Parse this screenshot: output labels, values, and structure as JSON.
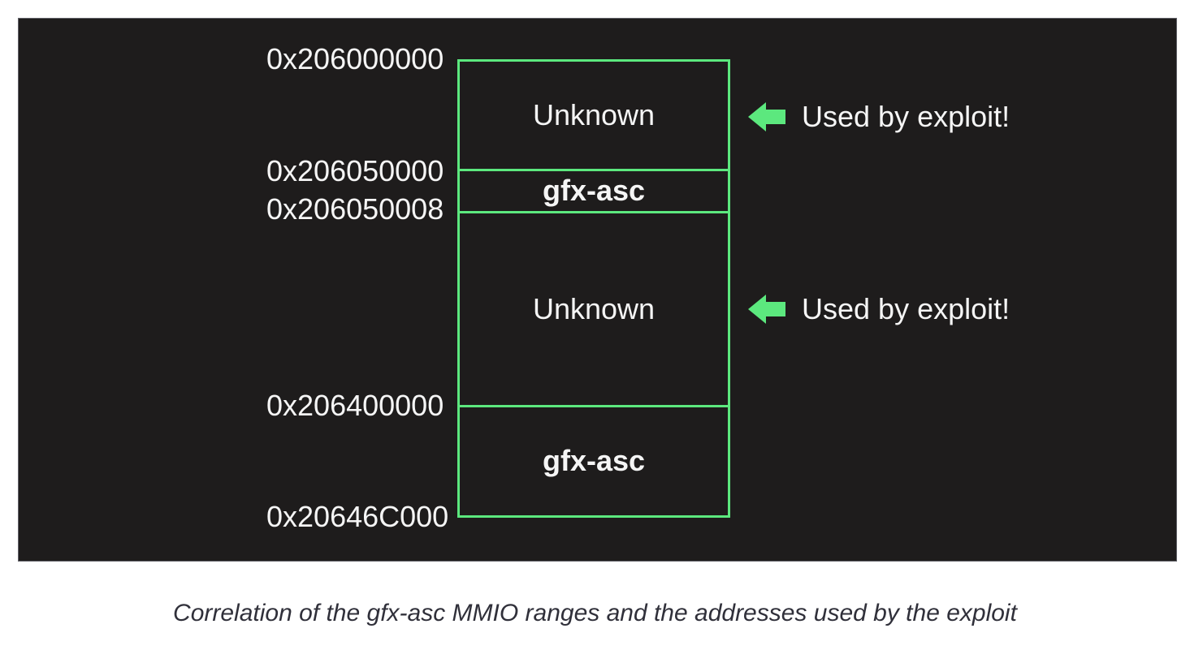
{
  "colors": {
    "page_bg": "#ffffff",
    "panel": "#1e1c1c",
    "accent_green": "#5ce87e",
    "text_light": "#f5f5f5",
    "caption_text": "#30303a"
  },
  "diagram": {
    "addresses": [
      "0x206000000",
      "0x206050000",
      "0x206050008",
      "0x206400000",
      "0x20646C000"
    ],
    "segments": [
      {
        "label": "Unknown",
        "bold": false
      },
      {
        "label": "gfx-asc",
        "bold": true
      },
      {
        "label": "Unknown",
        "bold": false
      },
      {
        "label": "gfx-asc",
        "bold": true
      }
    ],
    "annotations": [
      {
        "text": "Used by exploit!"
      },
      {
        "text": "Used by exploit!"
      }
    ]
  },
  "caption": "Correlation of the gfx-asc MMIO ranges and the addresses used by the exploit"
}
